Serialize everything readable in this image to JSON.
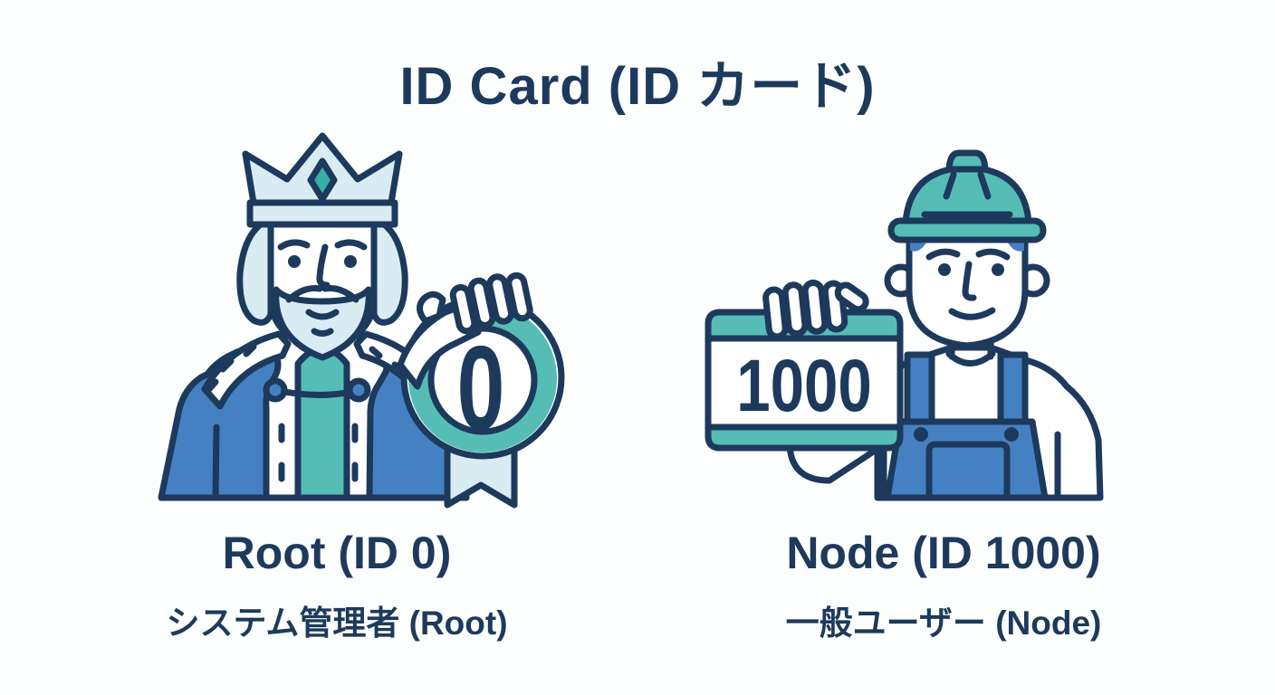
{
  "title": "ID Card (ID カード)",
  "colors": {
    "navy": "#1d3a5c",
    "teal": "#55bdb6",
    "teal_dark": "#3aada7",
    "blue": "#4580c2",
    "light_blue": "#d9ecf4",
    "background": "#fdfefe"
  },
  "figures": [
    {
      "role": "root-king",
      "badge_value": "0",
      "name": "Root (ID 0)",
      "subtitle": "システム管理者 (Root)"
    },
    {
      "role": "node-worker",
      "badge_value": "1000",
      "name": "Node (ID 1000)",
      "subtitle": "一般ユーザー (Node)"
    }
  ]
}
